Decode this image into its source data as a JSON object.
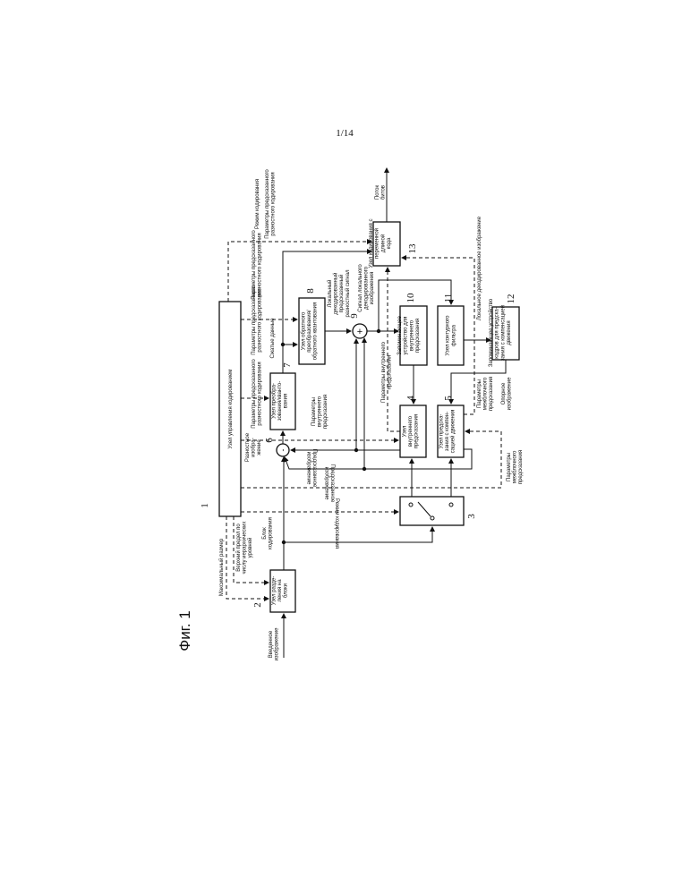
{
  "page_number": "1/14",
  "figure_title": "Фиг. 1",
  "blocks": {
    "control": {
      "num": "1",
      "lines": [
        "Узел управления кодированием"
      ]
    },
    "split": {
      "num": "2",
      "lines": [
        "Узел разде-",
        "ления на",
        "блоки"
      ]
    },
    "subtract": {
      "num": "6",
      "symbol": "-"
    },
    "transform": {
      "num": "7",
      "lines": [
        "Узел преобра-",
        "зования/кванто-",
        "вания"
      ]
    },
    "inverse": {
      "num": "8",
      "lines": [
        "Узел обратного",
        "преобразования/",
        "обратного квантования"
      ]
    },
    "adder": {
      "num": "9",
      "symbol": "+"
    },
    "intra_memory": {
      "num": "10",
      "lines": [
        "Запоминающее",
        "устройство для",
        "внутреннего",
        "предсказания"
      ]
    },
    "loop_filter": {
      "num": "11",
      "lines": [
        "Узел контурного",
        "фильтра"
      ]
    },
    "frame_memory": {
      "num": "12",
      "lines": [
        "Запоминающее устройство",
        "кадров для предска-",
        "зания с компенсацией",
        "движения"
      ]
    },
    "intra_pred": {
      "num": "4",
      "lines": [
        "Узел",
        "внутреннего",
        "предсказания"
      ]
    },
    "motion_pred": {
      "num": "5",
      "lines": [
        "Узел предска-",
        "зания с компен-",
        "сацией движения"
      ]
    },
    "switch": {
      "num": "3"
    },
    "vlc": {
      "num": "13",
      "lines": [
        "Узел кодирования с",
        "переменной",
        "длиной",
        "кода"
      ]
    }
  },
  "labels": {
    "input_image": [
      "Введенное",
      "изображение"
    ],
    "max_size": [
      "Максимальный размер"
    ],
    "upper_limit": [
      "Верхний предел по",
      "числу иерархических",
      "уровней"
    ],
    "coding_block": [
      "Блок",
      "кодирования"
    ],
    "coding_mode_switch": [
      "Режим кодирования"
    ],
    "predicted_image_1": [
      "Предсказанное",
      "изображение"
    ],
    "predicted_image_2": [
      "Предсказанное",
      "изображение"
    ],
    "diff_image": [
      "Разностное",
      "изобра-",
      "жение"
    ],
    "diff_params_1": [
      "Параметры предсказанного",
      "разностного кодирования"
    ],
    "intra_params_1": [
      "Параметры",
      "внутреннего",
      "предсказания"
    ],
    "compressed_data": [
      "Сжатые данные"
    ],
    "diff_params_2": [
      "Параметры предсказанного",
      "разностного кодирования"
    ],
    "diff_params_3": [
      "Параметры предсказанного",
      "разностного кодирования"
    ],
    "local_diff_signal": [
      "Локальный",
      "декодированный",
      "предсказанный",
      "разностный сигнал"
    ],
    "local_decoded_signal": [
      "Сигнал локального",
      "декодированного",
      "изображения"
    ],
    "intra_params_2": [
      "Параметры внутреннего",
      "предсказания"
    ],
    "local_decoded_image": [
      "Локальное декодированное изображение"
    ],
    "inter_params_1": [
      "Параметры",
      "межблочного",
      "предсказания"
    ],
    "reference_image": [
      "Опорное",
      "изображение"
    ],
    "inter_params_2": [
      "Параметры",
      "межблочного",
      "предсказания"
    ],
    "coding_mode_top": [
      "Режим кодирования"
    ],
    "diff_params_top": [
      "Параметры предсказанного",
      "разностного кодирования"
    ],
    "bitstream": [
      "Поток",
      "битов"
    ]
  }
}
